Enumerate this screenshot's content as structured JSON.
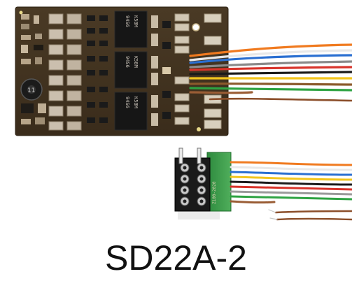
{
  "caption": "SD22A-2",
  "chip_marking_lines": [
    "94S6",
    "K58M"
  ],
  "adapter_marking": "Z100-2020"
}
